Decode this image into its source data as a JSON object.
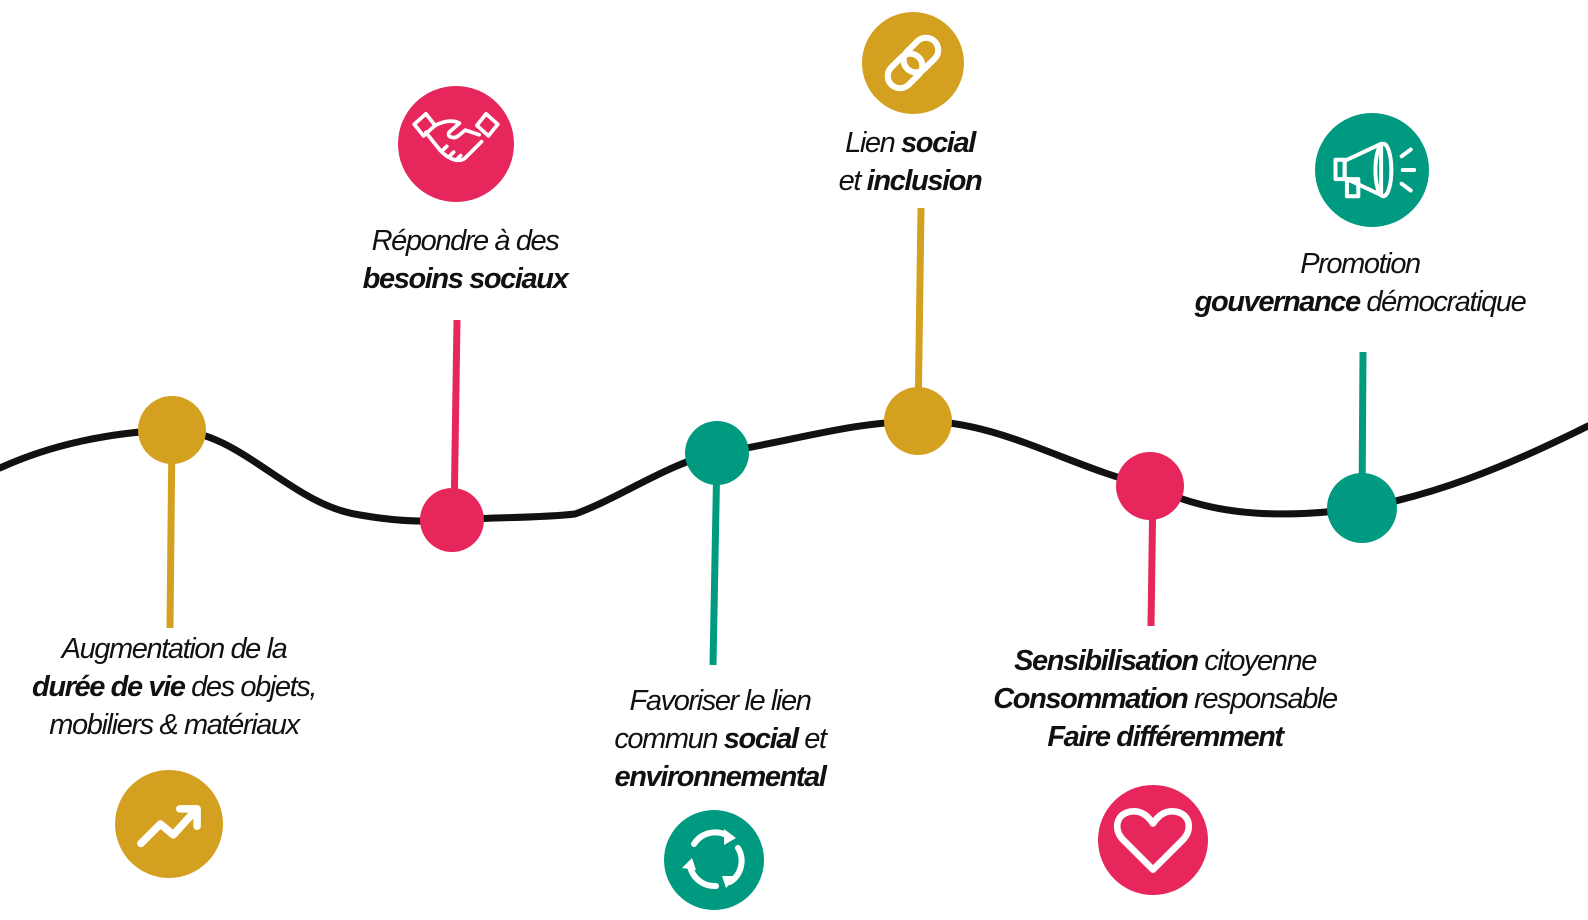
{
  "colors": {
    "gold": "#D4A020",
    "pink": "#E7265C",
    "teal": "#009A80",
    "line": "#111111"
  },
  "items": [
    {
      "id": "duree-de-vie",
      "color": "gold",
      "icon": "trending-up-icon",
      "lines": [
        [
          {
            "t": "Augmentation de la",
            "b": false
          }
        ],
        [
          {
            "t": "durée de vie",
            "b": true
          },
          {
            "t": " des objets,",
            "b": false
          }
        ],
        [
          {
            "t": "mobiliers & matériaux",
            "b": false
          }
        ]
      ]
    },
    {
      "id": "besoins-sociaux",
      "color": "pink",
      "icon": "handshake-icon",
      "lines": [
        [
          {
            "t": "Répondre à des",
            "b": false
          }
        ],
        [
          {
            "t": "besoins sociaux",
            "b": true
          }
        ]
      ]
    },
    {
      "id": "lien-commun",
      "color": "teal",
      "icon": "recycle-arrows-icon",
      "lines": [
        [
          {
            "t": "Favoriser le lien",
            "b": false
          }
        ],
        [
          {
            "t": "commun ",
            "b": false
          },
          {
            "t": "social",
            "b": true
          },
          {
            "t": " et",
            "b": false
          }
        ],
        [
          {
            "t": "environnemental",
            "b": true
          }
        ]
      ]
    },
    {
      "id": "lien-social",
      "color": "gold",
      "icon": "link-icon",
      "lines": [
        [
          {
            "t": "Lien ",
            "b": false
          },
          {
            "t": "social",
            "b": true
          }
        ],
        [
          {
            "t": "et ",
            "b": false
          },
          {
            "t": "inclusion",
            "b": true
          }
        ]
      ]
    },
    {
      "id": "sensibilisation",
      "color": "pink",
      "icon": "heart-icon",
      "lines": [
        [
          {
            "t": "Sensibilisation",
            "b": true
          },
          {
            "t": " citoyenne",
            "b": false
          }
        ],
        [
          {
            "t": "Consommation",
            "b": true
          },
          {
            "t": " responsable",
            "b": false
          }
        ],
        [
          {
            "t": "Faire différemment",
            "b": true
          }
        ]
      ]
    },
    {
      "id": "gouvernance",
      "color": "teal",
      "icon": "megaphone-icon",
      "lines": [
        [
          {
            "t": "Promotion",
            "b": false
          }
        ],
        [
          {
            "t": "gouvernance",
            "b": true
          },
          {
            "t": " démocratique",
            "b": false
          }
        ]
      ]
    }
  ]
}
